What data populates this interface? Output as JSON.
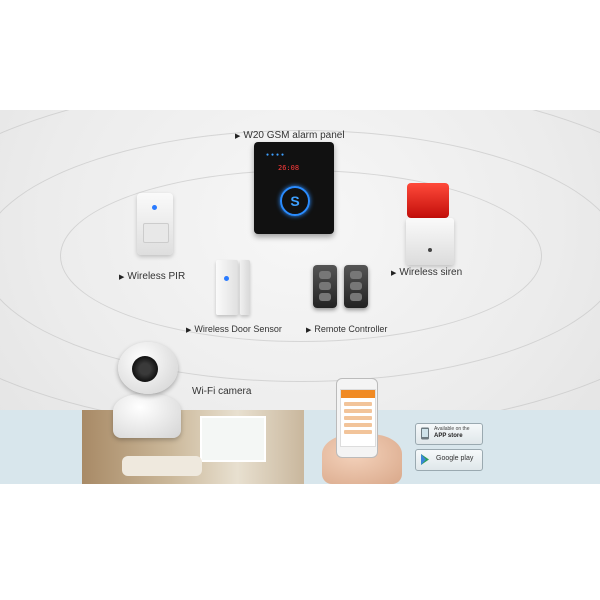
{
  "labels": {
    "alarm_panel": "W20 GSM alarm panel",
    "pir": "Wireless PIR",
    "siren": "Wireless siren",
    "door_sensor": "Wireless Door Sensor",
    "remote": "Remote Controller",
    "camera": "Wi-Fi camera"
  },
  "panel": {
    "time": "26:08"
  },
  "stores": {
    "app_store_line1": "Available on the",
    "app_store_line2": "APP store",
    "google_play": "Google play"
  },
  "colors": {
    "accent_blue": "#2a8cff",
    "siren_red": "#d8140f",
    "app_orange": "#f08a24"
  },
  "icons": [
    "arrow-right-icon",
    "apple-icon",
    "google-play-icon",
    "power-s-icon"
  ]
}
